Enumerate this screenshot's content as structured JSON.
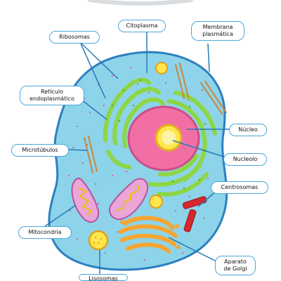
{
  "diagram": {
    "colors": {
      "cell_fill": "#8dd4ea",
      "cell_outline": "#2d7fc1",
      "nucleus_fill": "#f26fa6",
      "nucleus_outline": "#c94e88",
      "nucleolus_fill": "#ffe64c",
      "er_green": "#8dd645",
      "mitochondria": "#e9a6d6",
      "golgi_orange": "#f6a531",
      "centrosome_red": "#d7262c",
      "label_border": "#4aa8d8",
      "leader_line": "#2779b6"
    },
    "labels": {
      "citoplasma": "Citoplasma",
      "membrana": "Membrana\nplasmática",
      "ribosomas": "Ribosomas",
      "reticulo": "Retículo\nendoplasmático",
      "nucleo": "Núcleo",
      "microtubulos": "Microtúbulos",
      "nucleolo": "Nucleolo",
      "centrosomas": "Centrosomas",
      "mitocondria": "Mitocondria",
      "golgi": "Aparato\nde Golgi",
      "lisosomas": "Lisosomas"
    }
  }
}
